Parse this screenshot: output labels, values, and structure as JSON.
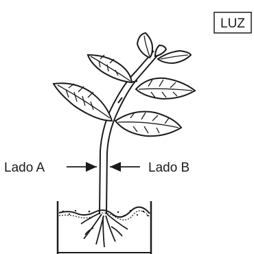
{
  "light_box": {
    "label": "LUZ"
  },
  "side_labels": {
    "left": "Lado A",
    "right": "Lado B"
  }
}
